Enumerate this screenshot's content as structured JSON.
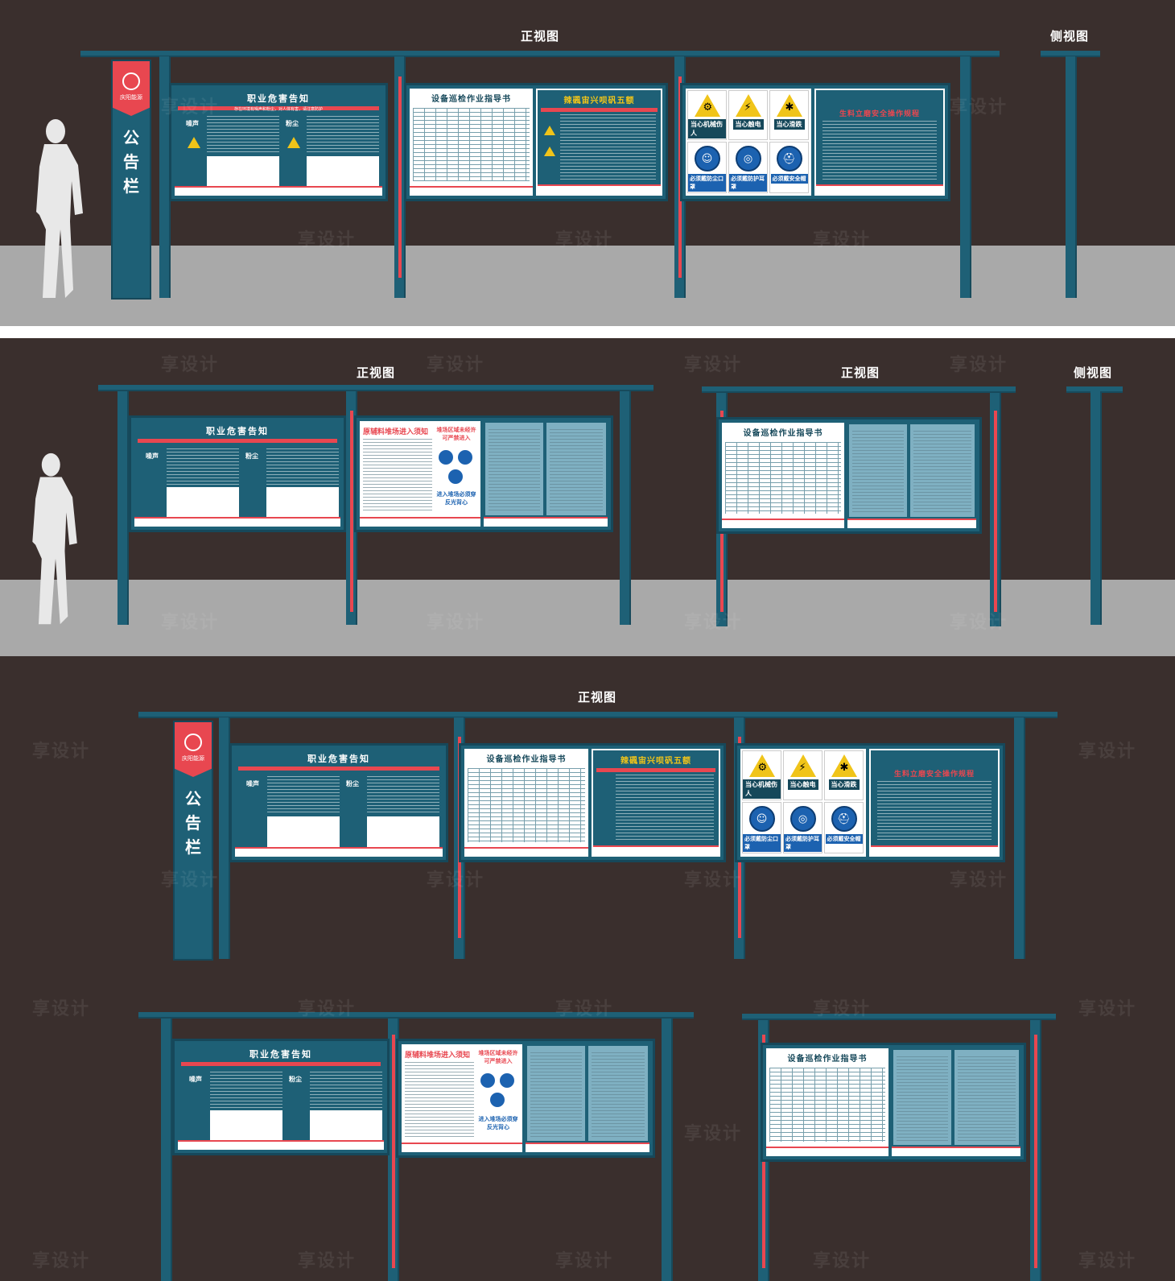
{
  "labels": {
    "front_view": "正视图",
    "side_view": "侧视图"
  },
  "gonggao": {
    "brand": "庆阳能源",
    "title_chars": [
      "公",
      "告",
      "栏"
    ]
  },
  "boards": {
    "hazard_notice": {
      "title": "职业危害告知",
      "subtitle": "存在环境有噪声和粉尘，对人体有害，请注意防护",
      "noise": "噪声",
      "dust": "粉尘"
    },
    "inspection_guide": {
      "title": "设备巡检作业指导书"
    },
    "five_rules": {
      "title": "辣碸宙兴呗矾五额"
    },
    "warning_signs": [
      {
        "icon": "rotating-machinery-icon",
        "label": "当心机械伤人"
      },
      {
        "icon": "electric-shock-icon",
        "label": "当心触电"
      },
      {
        "icon": "slip-icon",
        "label": "当心滑跌"
      }
    ],
    "mandatory_signs": [
      {
        "icon": "dust-mask-icon",
        "label": "必须戴防尘口罩"
      },
      {
        "icon": "ear-protection-icon",
        "label": "必须戴防护耳罩"
      },
      {
        "icon": "helmet-icon",
        "label": "必须戴安全帽"
      }
    ],
    "safety_rules": {
      "title": "生料立磨安全操作规程"
    },
    "yard_notice": {
      "title": "原辅料堆场进入须知"
    },
    "yard_permit": {
      "title": "堆场区域未经许可严禁进入",
      "bottom": "进入堆场必须穿反光背心"
    }
  },
  "watermark": "享设计",
  "colors": {
    "teal": "#1e6076",
    "red": "#e84750",
    "background": "#3a2f2d",
    "ground": "#a9a9a9"
  }
}
